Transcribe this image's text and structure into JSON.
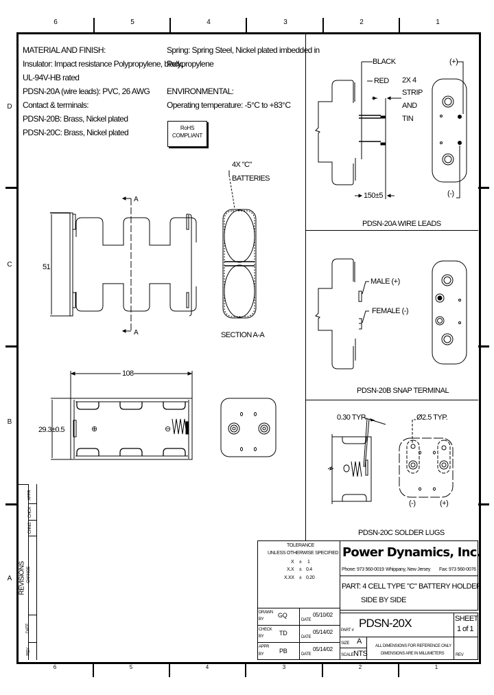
{
  "rulers": {
    "top": [
      "6",
      "5",
      "4",
      "3",
      "2",
      "1"
    ],
    "bottom": [
      "6",
      "5",
      "4",
      "3",
      "2",
      "1"
    ],
    "left": [
      "D",
      "C",
      "B",
      "A"
    ]
  },
  "notes": {
    "material_heading": "MATERIAL AND FINISH:",
    "insulator": "Insulator: Impact resistance Polypropylene, black,",
    "rating": "UL-94V-HB rated",
    "wire_leads": "PDSN-20A (wire leads): PVC, 26 AWG",
    "contacts": "Contact & terminals:",
    "pdsn20b": "PDSN-20B: Brass, Nickel plated",
    "pdsn20c": "PDSN-20C: Brass, Nickel plated",
    "spring_1": "Spring: Spring Steel, Nickel plated imbedded in",
    "spring_2": "Polypropylene",
    "env_heading": "ENVIRONMENTAL:",
    "operating_temp": "Operating temperature: -5°C to +83°C",
    "rohs_1": "RoHS",
    "rohs_2": "COMPLIANT"
  },
  "views": {
    "top": {
      "dim_height": "51",
      "section_marker": "A"
    },
    "section": {
      "callout_1": "4X \"C\"",
      "callout_2": "BATTERIES",
      "title": "SECTION A-A"
    },
    "side": {
      "dim_length": "108",
      "dim_height": "29.3±0.5",
      "plus": "⊕",
      "minus": "⊖"
    }
  },
  "panels": {
    "wire_leads": {
      "title": "PDSN-20A WIRE LEADS",
      "black": "BLACK",
      "red": "RED",
      "strip_1": "2X 4",
      "strip_2": "STRIP",
      "strip_3": "AND",
      "strip_4": "TIN",
      "length": "150±5",
      "plus": "(+)",
      "minus": "(-)"
    },
    "snap": {
      "title": "PDSN-20B SNAP TERMINAL",
      "male": "MALE (+)",
      "female": "FEMALE (-)"
    },
    "solder": {
      "title": "PDSN-20C SOLDER LUGS",
      "thickness": "0.30 TYP.",
      "hole": "Ø2.5 TYP.",
      "minus": "(-)",
      "plus": "(+)"
    }
  },
  "revisions": {
    "title": "REVISIONS",
    "columns": [
      "REV",
      "DATE",
      "CHANGE",
      "CHNG",
      "CHCK",
      "APPR"
    ]
  },
  "title_block": {
    "tolerance": {
      "title": "TOLERANCE",
      "subtitle": "UNLESS OTHERWISE SPECIFIED",
      "rows": [
        {
          "k": "X",
          "s": "±",
          "v": "1"
        },
        {
          "k": "X.X",
          "s": "±",
          "v": "0.4"
        },
        {
          "k": "X.XX",
          "s": "±",
          "v": "0.20"
        }
      ]
    },
    "company": "Power Dynamics, Inc.",
    "phone": "Phone: 973 560-0019",
    "location": "Whippany, New Jersey",
    "fax": "Fax: 973 560-0076",
    "part_line1": "PART: 4 CELL TYPE \"C\" BATTERY HOLDER",
    "part_line2": "SIDE BY SIDE",
    "signoffs": [
      {
        "role_1": "DRAWN",
        "role_2": "BY",
        "initials": "GQ",
        "date_label": "DATE",
        "date": "05/10/02"
      },
      {
        "role_1": "CHECK",
        "role_2": "BY",
        "initials": "TD",
        "date_label": "DATE",
        "date": "05/14/02"
      },
      {
        "role_1": "APPR",
        "role_2": "BY",
        "initials": "PB",
        "date_label": "DATE",
        "date": "05/14/02"
      }
    ],
    "part_no_label": "PART #",
    "part_no": "PDSN-20X",
    "sheet_label": "SHEET",
    "sheet_value": "1 of 1",
    "size_label": "SIZE",
    "size_value": "A",
    "scale_label": "SCALE",
    "scale_value": "NTS",
    "dims_note_1": "ALL DIMENSIONS FOR REFERENCE ONLY",
    "dims_note_2": "DIMENSIONS ARE IN MILLIMETERS",
    "rev_label": "REV"
  }
}
